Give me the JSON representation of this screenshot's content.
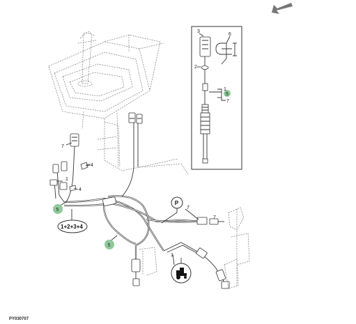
{
  "callouts": {
    "c1a": "1",
    "c1b": "1",
    "c1c": "1",
    "c2": "2",
    "c3": "3",
    "c4a": "4",
    "c4b": "4",
    "c5a": "5",
    "c5b": "5",
    "c5c": "5",
    "c6": "6",
    "c7a": "7",
    "c7b": "7",
    "c7c": "7",
    "c7d": "7"
  },
  "group_label": "1+2+3+4",
  "p_label": "P",
  "figure_code": "PY030707",
  "colors": {
    "line": "#333333",
    "highlight": "#8fc89a",
    "background": "#ffffff"
  }
}
